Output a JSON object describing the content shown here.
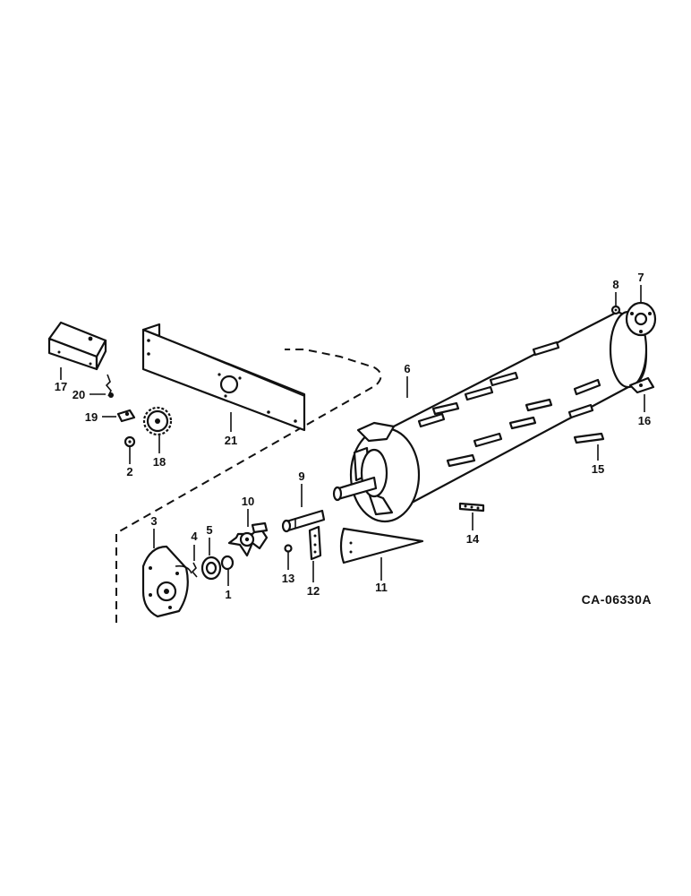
{
  "figure_code": "CA-06330A",
  "callouts": {
    "c1": "1",
    "c2": "2",
    "c3": "3",
    "c4": "4",
    "c5": "5",
    "c6": "6",
    "c7": "7",
    "c8": "8",
    "c9": "9",
    "c10": "10",
    "c11": "11",
    "c12": "12",
    "c13": "13",
    "c14": "14",
    "c15": "15",
    "c16": "16",
    "c17": "17",
    "c18": "18",
    "c19": "19",
    "c20": "20",
    "c21": "21"
  }
}
